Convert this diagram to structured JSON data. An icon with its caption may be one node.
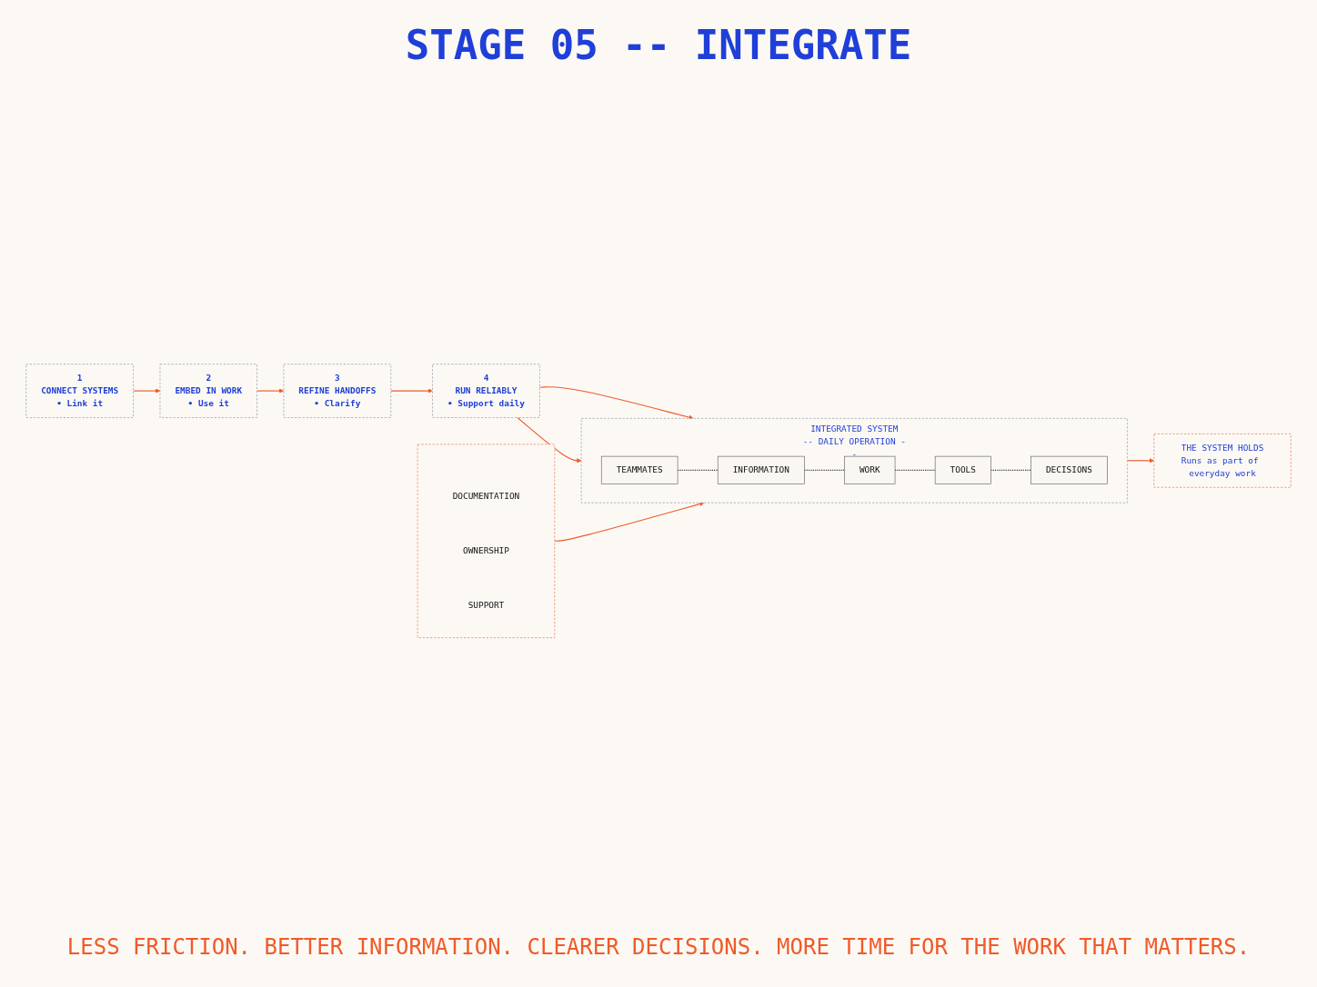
{
  "diagram": {
    "title": "STAGE 05 -- INTEGRATE",
    "caption": "LESS FRICTION. BETTER INFORMATION. CLEARER DECISIONS. MORE TIME FOR THE WORK THAT MATTERS.",
    "nodes": [
      {
        "text": [
          "1",
          "CONNECT SYSTEMS",
          "• Link it"
        ]
      },
      {
        "text": [
          "2",
          "EMBED IN WORK",
          "• Use it"
        ]
      },
      {
        "text": [
          "3",
          "REFINE HANDOFFS",
          "• Clarify"
        ]
      },
      {
        "text": [
          "4",
          "RUN RELIABLY",
          "• Support daily"
        ]
      },
      {
        "text": [],
        "shape": "box"
      },
      {
        "text": [
          "DOCUMENTATION"
        ],
        "in": 4
      },
      {
        "text": [
          "OWNERSHIP"
        ],
        "in": 4
      },
      {
        "text": [
          "SUPPORT"
        ],
        "in": 4
      },
      {
        "text": [
          "INTEGRATED SYSTEM",
          "-- DAILY OPERATION --"
        ]
      },
      {
        "text": [
          "TEAMMATES"
        ],
        "in": 8
      },
      {
        "text": [
          "INFORMATION"
        ],
        "in": 8
      },
      {
        "text": [
          "WORK"
        ],
        "in": 8
      },
      {
        "text": [
          "TOOLS"
        ],
        "in": 8
      },
      {
        "text": [
          "DECISIONS"
        ],
        "in": 8
      },
      {
        "text": [
          "THE SYSTEM HOLDS",
          "Runs as part of everyday work"
        ]
      }
    ],
    "edges": [
      {
        "from": 0,
        "to": 1,
        "arrow": "to"
      },
      {
        "from": 1,
        "to": 2,
        "arrow": "to"
      },
      {
        "from": 2,
        "to": 3,
        "arrow": "to"
      },
      {
        "from": 3,
        "to": 8,
        "arrow": "to"
      },
      {
        "from": 3,
        "to": 8,
        "arrow": "to"
      },
      {
        "from": 4,
        "to": 8,
        "arrow": "to"
      },
      {
        "from": 9,
        "to": 10,
        "arrow": "none",
        "style": "dashed",
        "color": "#333333"
      },
      {
        "from": 10,
        "to": 11,
        "arrow": "none",
        "style": "dashed",
        "color": "#333333"
      },
      {
        "from": 11,
        "to": 12,
        "arrow": "none",
        "style": "dashed",
        "color": "#333333"
      },
      {
        "from": 12,
        "to": 13,
        "arrow": "none",
        "style": "dashed",
        "color": "#333333"
      },
      {
        "from": 8,
        "to": 14,
        "arrow": "to"
      }
    ]
  }
}
